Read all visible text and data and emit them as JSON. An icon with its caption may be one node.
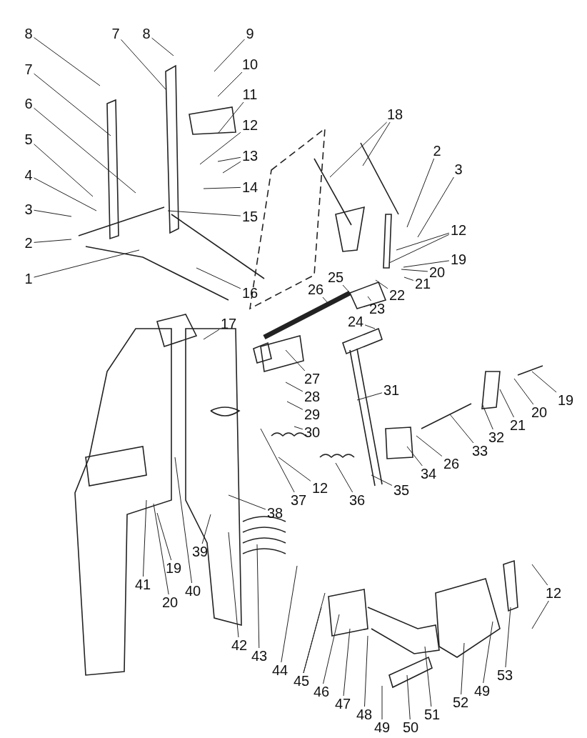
{
  "diagram": {
    "nodes": [
      {
        "text": [
          "8"
        ]
      },
      {
        "text": [
          "7"
        ]
      },
      {
        "text": [
          "8"
        ]
      },
      {
        "text": [
          "9"
        ]
      },
      {
        "text": [
          "7"
        ]
      },
      {
        "text": [
          "10"
        ]
      },
      {
        "text": [
          "11"
        ]
      },
      {
        "text": [
          "6"
        ]
      },
      {
        "text": [
          "12"
        ]
      },
      {
        "text": [
          "5"
        ]
      },
      {
        "text": [
          "13"
        ]
      },
      {
        "text": [
          "4"
        ]
      },
      {
        "text": [
          "14"
        ]
      },
      {
        "text": [
          "3"
        ]
      },
      {
        "text": [
          "15"
        ]
      },
      {
        "text": [
          "2"
        ]
      },
      {
        "text": [
          "1"
        ]
      },
      {
        "text": [
          "16"
        ]
      },
      {
        "text": [
          "18"
        ]
      },
      {
        "text": [
          "2"
        ]
      },
      {
        "text": [
          "3"
        ]
      },
      {
        "text": [
          "12"
        ]
      },
      {
        "text": [
          "19"
        ]
      },
      {
        "text": [
          "20"
        ]
      },
      {
        "text": [
          "25"
        ]
      },
      {
        "text": [
          "21"
        ]
      },
      {
        "text": [
          "26"
        ]
      },
      {
        "text": [
          "22"
        ]
      },
      {
        "text": [
          "23"
        ]
      },
      {
        "text": [
          "24"
        ]
      },
      {
        "text": [
          "17"
        ]
      },
      {
        "text": [
          "27"
        ]
      },
      {
        "text": [
          "31"
        ]
      },
      {
        "text": [
          "28"
        ]
      },
      {
        "text": [
          "19"
        ]
      },
      {
        "text": [
          "20"
        ]
      },
      {
        "text": [
          "29"
        ]
      },
      {
        "text": [
          "21"
        ]
      },
      {
        "text": [
          "30"
        ]
      },
      {
        "text": [
          "32"
        ]
      },
      {
        "text": [
          "33"
        ]
      },
      {
        "text": [
          "26"
        ]
      },
      {
        "text": [
          "34"
        ]
      },
      {
        "text": [
          "12"
        ]
      },
      {
        "text": [
          "35"
        ]
      },
      {
        "text": [
          "36"
        ]
      },
      {
        "text": [
          "37"
        ]
      },
      {
        "text": [
          "38"
        ]
      },
      {
        "text": [
          "39"
        ]
      },
      {
        "text": [
          "19"
        ]
      },
      {
        "text": [
          "41"
        ]
      },
      {
        "text": [
          "40"
        ]
      },
      {
        "text": [
          "12"
        ]
      },
      {
        "text": [
          "20"
        ]
      },
      {
        "text": [
          "42"
        ]
      },
      {
        "text": [
          "43"
        ]
      },
      {
        "text": [
          "53"
        ]
      },
      {
        "text": [
          "44"
        ]
      },
      {
        "text": [
          "45"
        ]
      },
      {
        "text": [
          "46"
        ]
      },
      {
        "text": [
          "49"
        ]
      },
      {
        "text": [
          "52"
        ]
      },
      {
        "text": [
          "47"
        ]
      },
      {
        "text": [
          "51"
        ]
      },
      {
        "text": [
          "48"
        ]
      },
      {
        "text": [
          "49"
        ]
      },
      {
        "text": [
          "50"
        ]
      }
    ],
    "edges": [
      {
        "from": 0,
        "to": null,
        "arrow": "none"
      },
      {
        "from": 1,
        "to": null,
        "arrow": "none"
      },
      {
        "from": 2,
        "to": null,
        "arrow": "none"
      },
      {
        "from": 3,
        "to": null,
        "arrow": "none"
      },
      {
        "from": 4,
        "to": null,
        "arrow": "none"
      },
      {
        "from": 5,
        "to": null,
        "arrow": "none"
      },
      {
        "from": 6,
        "to": null,
        "arrow": "none"
      },
      {
        "from": 7,
        "to": null,
        "arrow": "none"
      },
      {
        "from": 8,
        "to": null,
        "arrow": "none"
      },
      {
        "from": 9,
        "to": null,
        "arrow": "none"
      },
      {
        "from": 10,
        "to": null,
        "arrow": "none"
      },
      {
        "from": 10,
        "to": null,
        "arrow": "none"
      },
      {
        "from": 11,
        "to": null,
        "arrow": "none"
      },
      {
        "from": 12,
        "to": null,
        "arrow": "none"
      },
      {
        "from": 13,
        "to": null,
        "arrow": "none"
      },
      {
        "from": 14,
        "to": null,
        "arrow": "none"
      },
      {
        "from": 15,
        "to": null,
        "arrow": "none"
      },
      {
        "from": 16,
        "to": null,
        "arrow": "none"
      },
      {
        "from": 17,
        "to": null,
        "arrow": "none"
      },
      {
        "from": 18,
        "to": null,
        "arrow": "none"
      },
      {
        "from": 18,
        "to": null,
        "arrow": "none"
      },
      {
        "from": 19,
        "to": null,
        "arrow": "none"
      },
      {
        "from": 20,
        "to": null,
        "arrow": "none"
      },
      {
        "from": 21,
        "to": null,
        "arrow": "none"
      },
      {
        "from": 21,
        "to": null,
        "arrow": "none"
      },
      {
        "from": 22,
        "to": null,
        "arrow": "none"
      },
      {
        "from": 23,
        "to": null,
        "arrow": "none"
      },
      {
        "from": 24,
        "to": null,
        "arrow": "none"
      },
      {
        "from": 25,
        "to": null,
        "arrow": "none"
      },
      {
        "from": 26,
        "to": null,
        "arrow": "none"
      },
      {
        "from": 27,
        "to": null,
        "arrow": "none"
      },
      {
        "from": 28,
        "to": null,
        "arrow": "none"
      },
      {
        "from": 29,
        "to": null,
        "arrow": "none"
      },
      {
        "from": 30,
        "to": null,
        "arrow": "none"
      },
      {
        "from": 31,
        "to": null,
        "arrow": "none"
      },
      {
        "from": 32,
        "to": null,
        "arrow": "none"
      },
      {
        "from": 33,
        "to": null,
        "arrow": "none"
      },
      {
        "from": 34,
        "to": null,
        "arrow": "none"
      },
      {
        "from": 35,
        "to": null,
        "arrow": "none"
      },
      {
        "from": 36,
        "to": null,
        "arrow": "none"
      },
      {
        "from": 37,
        "to": null,
        "arrow": "none"
      },
      {
        "from": 38,
        "to": null,
        "arrow": "none"
      },
      {
        "from": 39,
        "to": null,
        "arrow": "none"
      },
      {
        "from": 40,
        "to": null,
        "arrow": "none"
      },
      {
        "from": 41,
        "to": null,
        "arrow": "none"
      },
      {
        "from": 42,
        "to": null,
        "arrow": "none"
      },
      {
        "from": 43,
        "to": null,
        "arrow": "none"
      },
      {
        "from": 44,
        "to": null,
        "arrow": "none"
      },
      {
        "from": 45,
        "to": null,
        "arrow": "none"
      },
      {
        "from": 46,
        "to": null,
        "arrow": "none"
      },
      {
        "from": 47,
        "to": null,
        "arrow": "none"
      },
      {
        "from": 48,
        "to": null,
        "arrow": "none"
      },
      {
        "from": 49,
        "to": null,
        "arrow": "none"
      },
      {
        "from": 50,
        "to": null,
        "arrow": "none"
      },
      {
        "from": 51,
        "to": null,
        "arrow": "none"
      },
      {
        "from": 52,
        "to": null,
        "arrow": "none"
      },
      {
        "from": 52,
        "to": null,
        "arrow": "none"
      },
      {
        "from": 53,
        "to": null,
        "arrow": "none"
      },
      {
        "from": 54,
        "to": null,
        "arrow": "none"
      },
      {
        "from": 55,
        "to": null,
        "arrow": "none"
      },
      {
        "from": 56,
        "to": null,
        "arrow": "none"
      },
      {
        "from": 57,
        "to": null,
        "arrow": "none"
      },
      {
        "from": 58,
        "to": null,
        "arrow": "none"
      },
      {
        "from": 58,
        "to": null,
        "arrow": "none"
      },
      {
        "from": 59,
        "to": null,
        "arrow": "none"
      },
      {
        "from": 60,
        "to": null,
        "arrow": "none"
      },
      {
        "from": 61,
        "to": null,
        "arrow": "none"
      },
      {
        "from": 62,
        "to": null,
        "arrow": "none"
      },
      {
        "from": 63,
        "to": null,
        "arrow": "none"
      },
      {
        "from": 64,
        "to": null,
        "arrow": "none"
      },
      {
        "from": 65,
        "to": null,
        "arrow": "none"
      },
      {
        "from": 66,
        "to": null,
        "arrow": "none"
      }
    ]
  }
}
